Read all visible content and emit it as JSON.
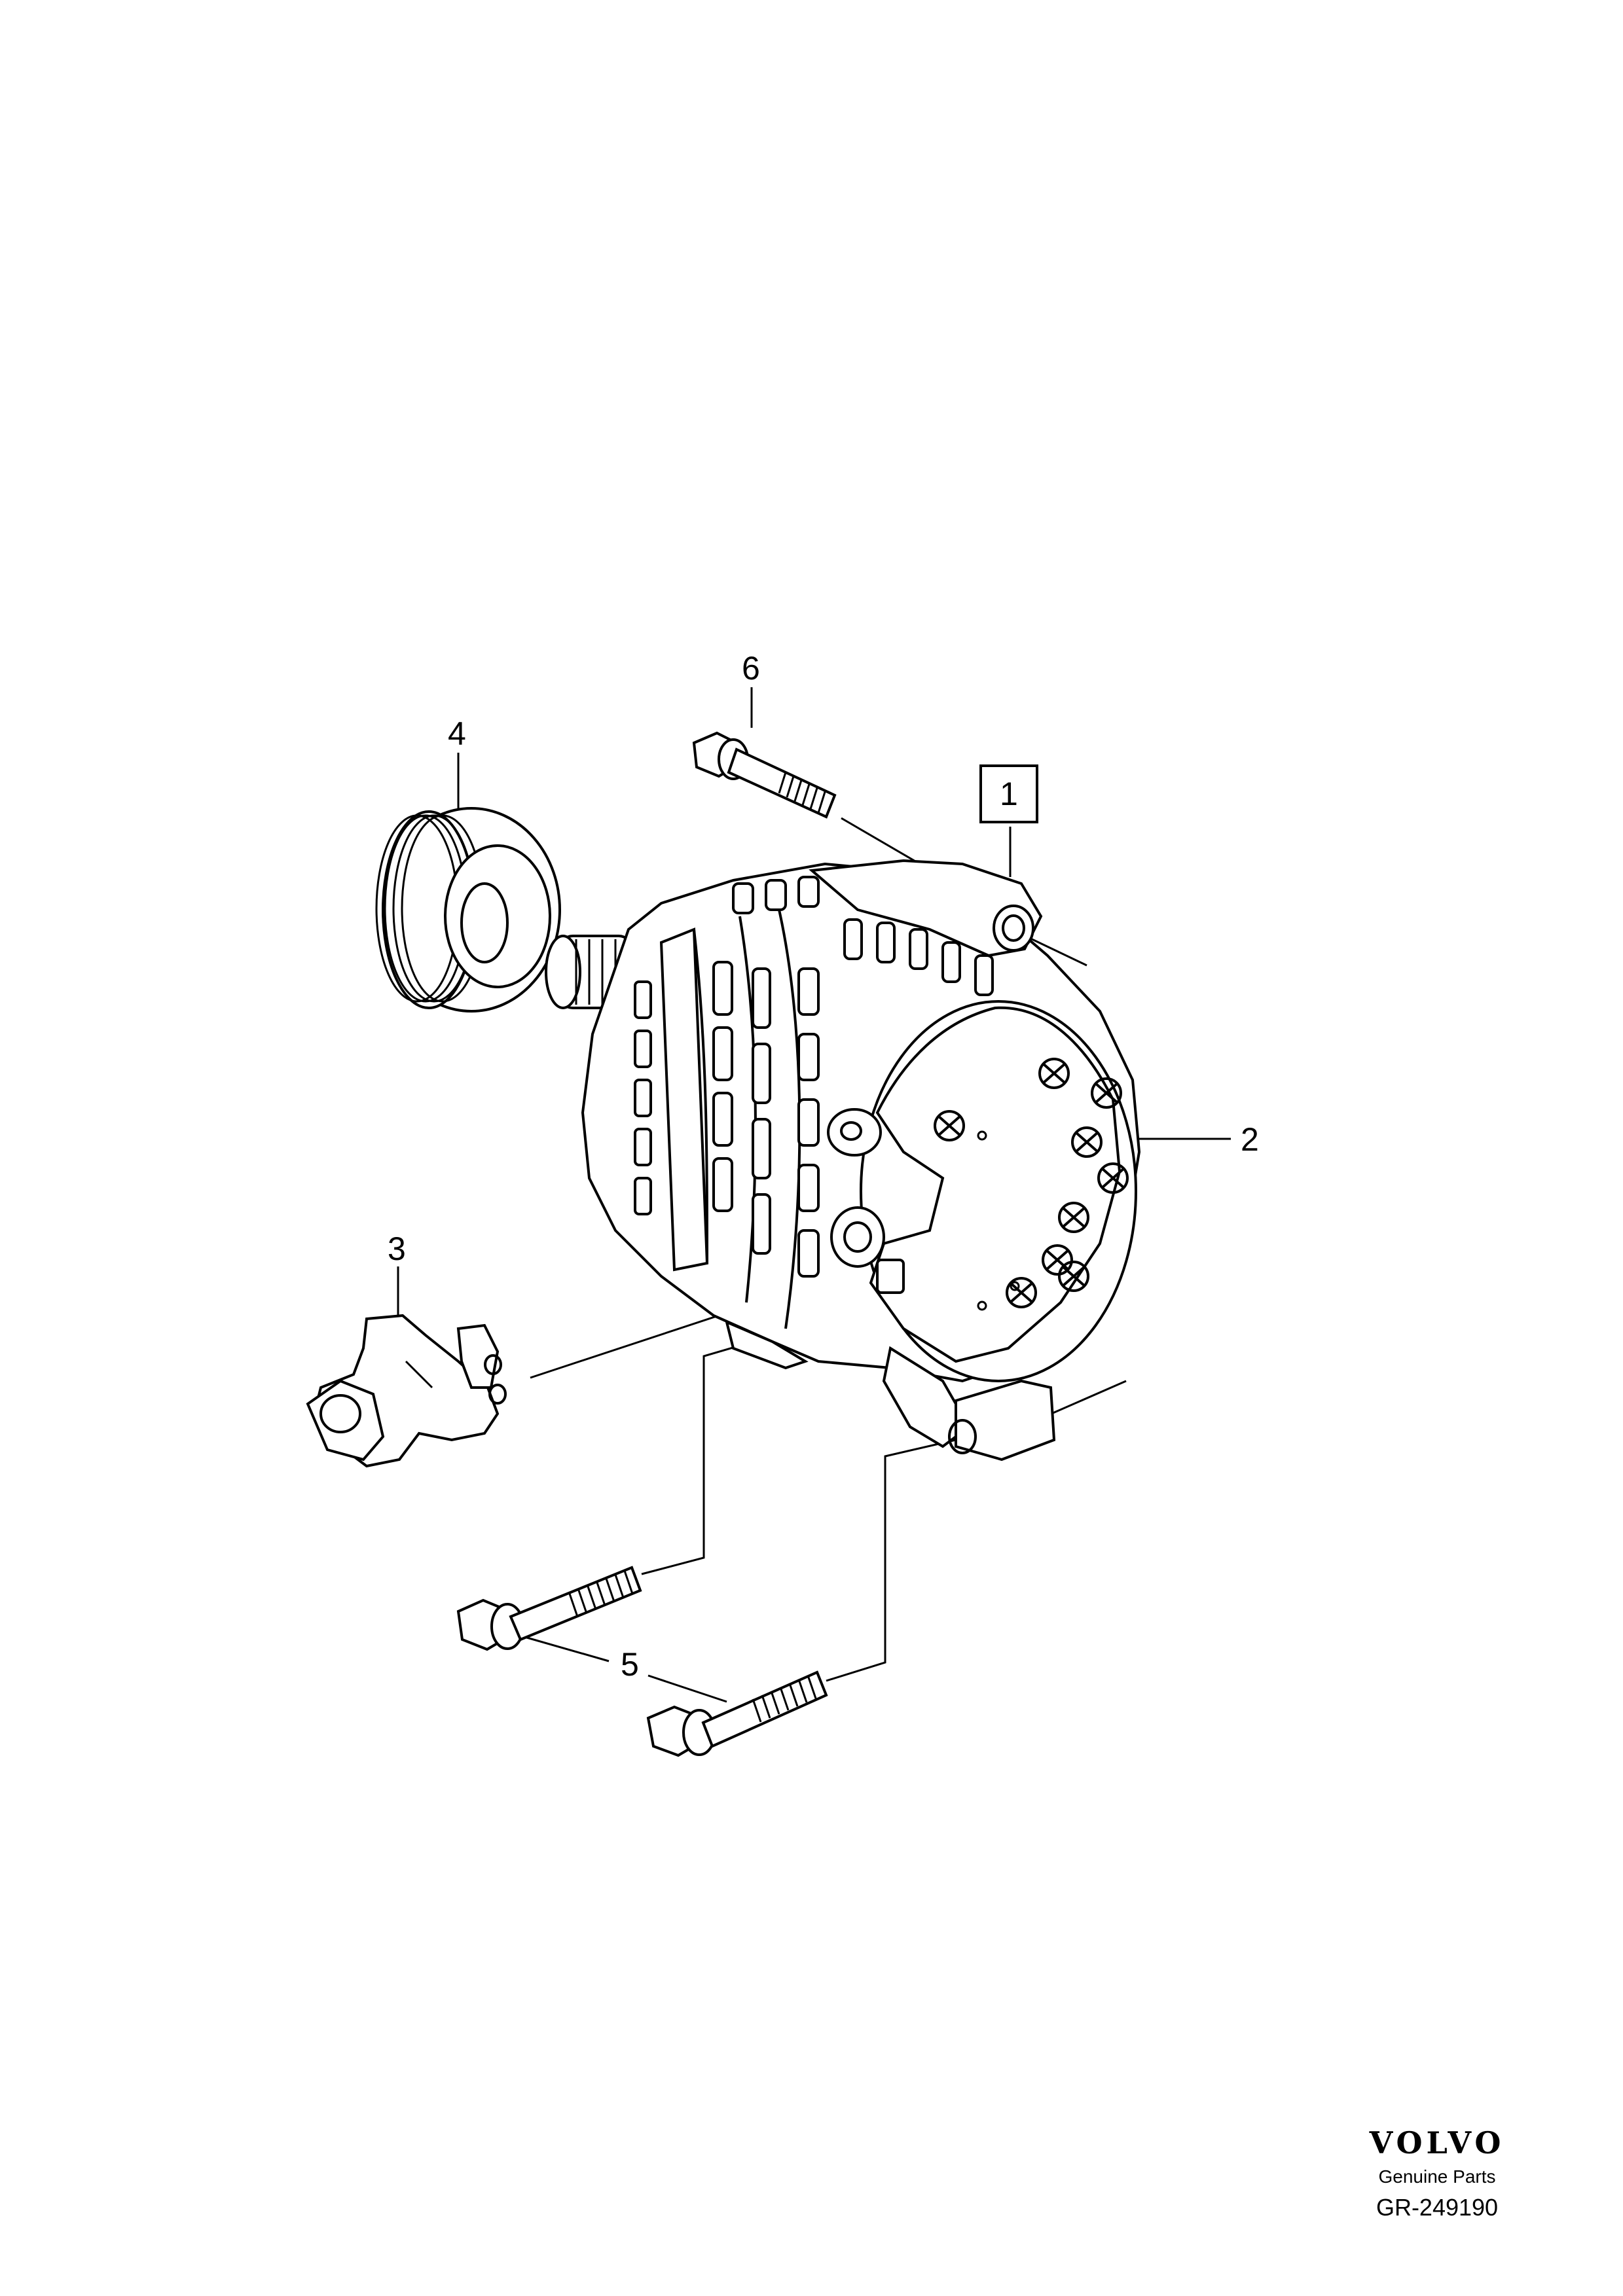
{
  "callouts": {
    "c1": "1",
    "c2": "2",
    "c3": "3",
    "c4": "4",
    "c5": "5",
    "c6": "6"
  },
  "footer": {
    "brand": "VOLVO",
    "subtitle": "Genuine Parts",
    "reference": "GR-249190"
  }
}
